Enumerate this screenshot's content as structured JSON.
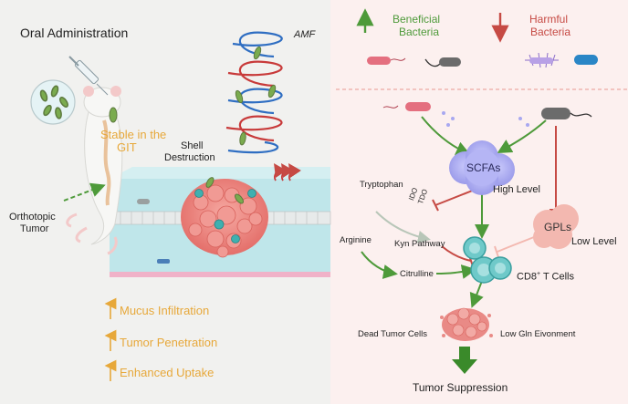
{
  "left": {
    "title": "Oral Administration",
    "stable_line1": "Stable in the",
    "stable_line2": "GIT",
    "amf": "AMF",
    "shell_line1": "Shell",
    "shell_line2": "Destruction",
    "tumor_line1": "Orthotopic",
    "tumor_line2": "Tumor",
    "benefits": [
      "Mucus Infiltration",
      "Tumor Penetration",
      "Enhanced Uptake"
    ]
  },
  "right": {
    "beneficial_line1": "Beneficial",
    "beneficial_line2": "Bacteria",
    "harmful_line1": "Harmful",
    "harmful_line2": "Bacteria",
    "scfas": "SCFAs",
    "high_level": "High Level",
    "tryptophan": "Tryptophan",
    "ido": "IDO",
    "tdo": "TDO",
    "gpls": "GPLs",
    "low_level": "Low Level",
    "arginine": "Arginine",
    "kyn_pathway": "Kyn Pathway",
    "citrulline": "Citrulline",
    "cd8_prefix": "CD8",
    "cd8_sup": "+",
    "cd8_suffix": " T Cells",
    "dead_tumor_cells": "Dead Tumor Cells",
    "low_gln": "Low Gln Eivonment",
    "tumor_suppression": "Tumor Suppression"
  },
  "colors": {
    "green": "#4e9a3a",
    "red": "#c64a44",
    "orange": "#e7a83a",
    "scfa_purple": "#a8a8f0",
    "gpl_pink": "#f3b8b0",
    "teal_cell": "#6fc9c9"
  }
}
